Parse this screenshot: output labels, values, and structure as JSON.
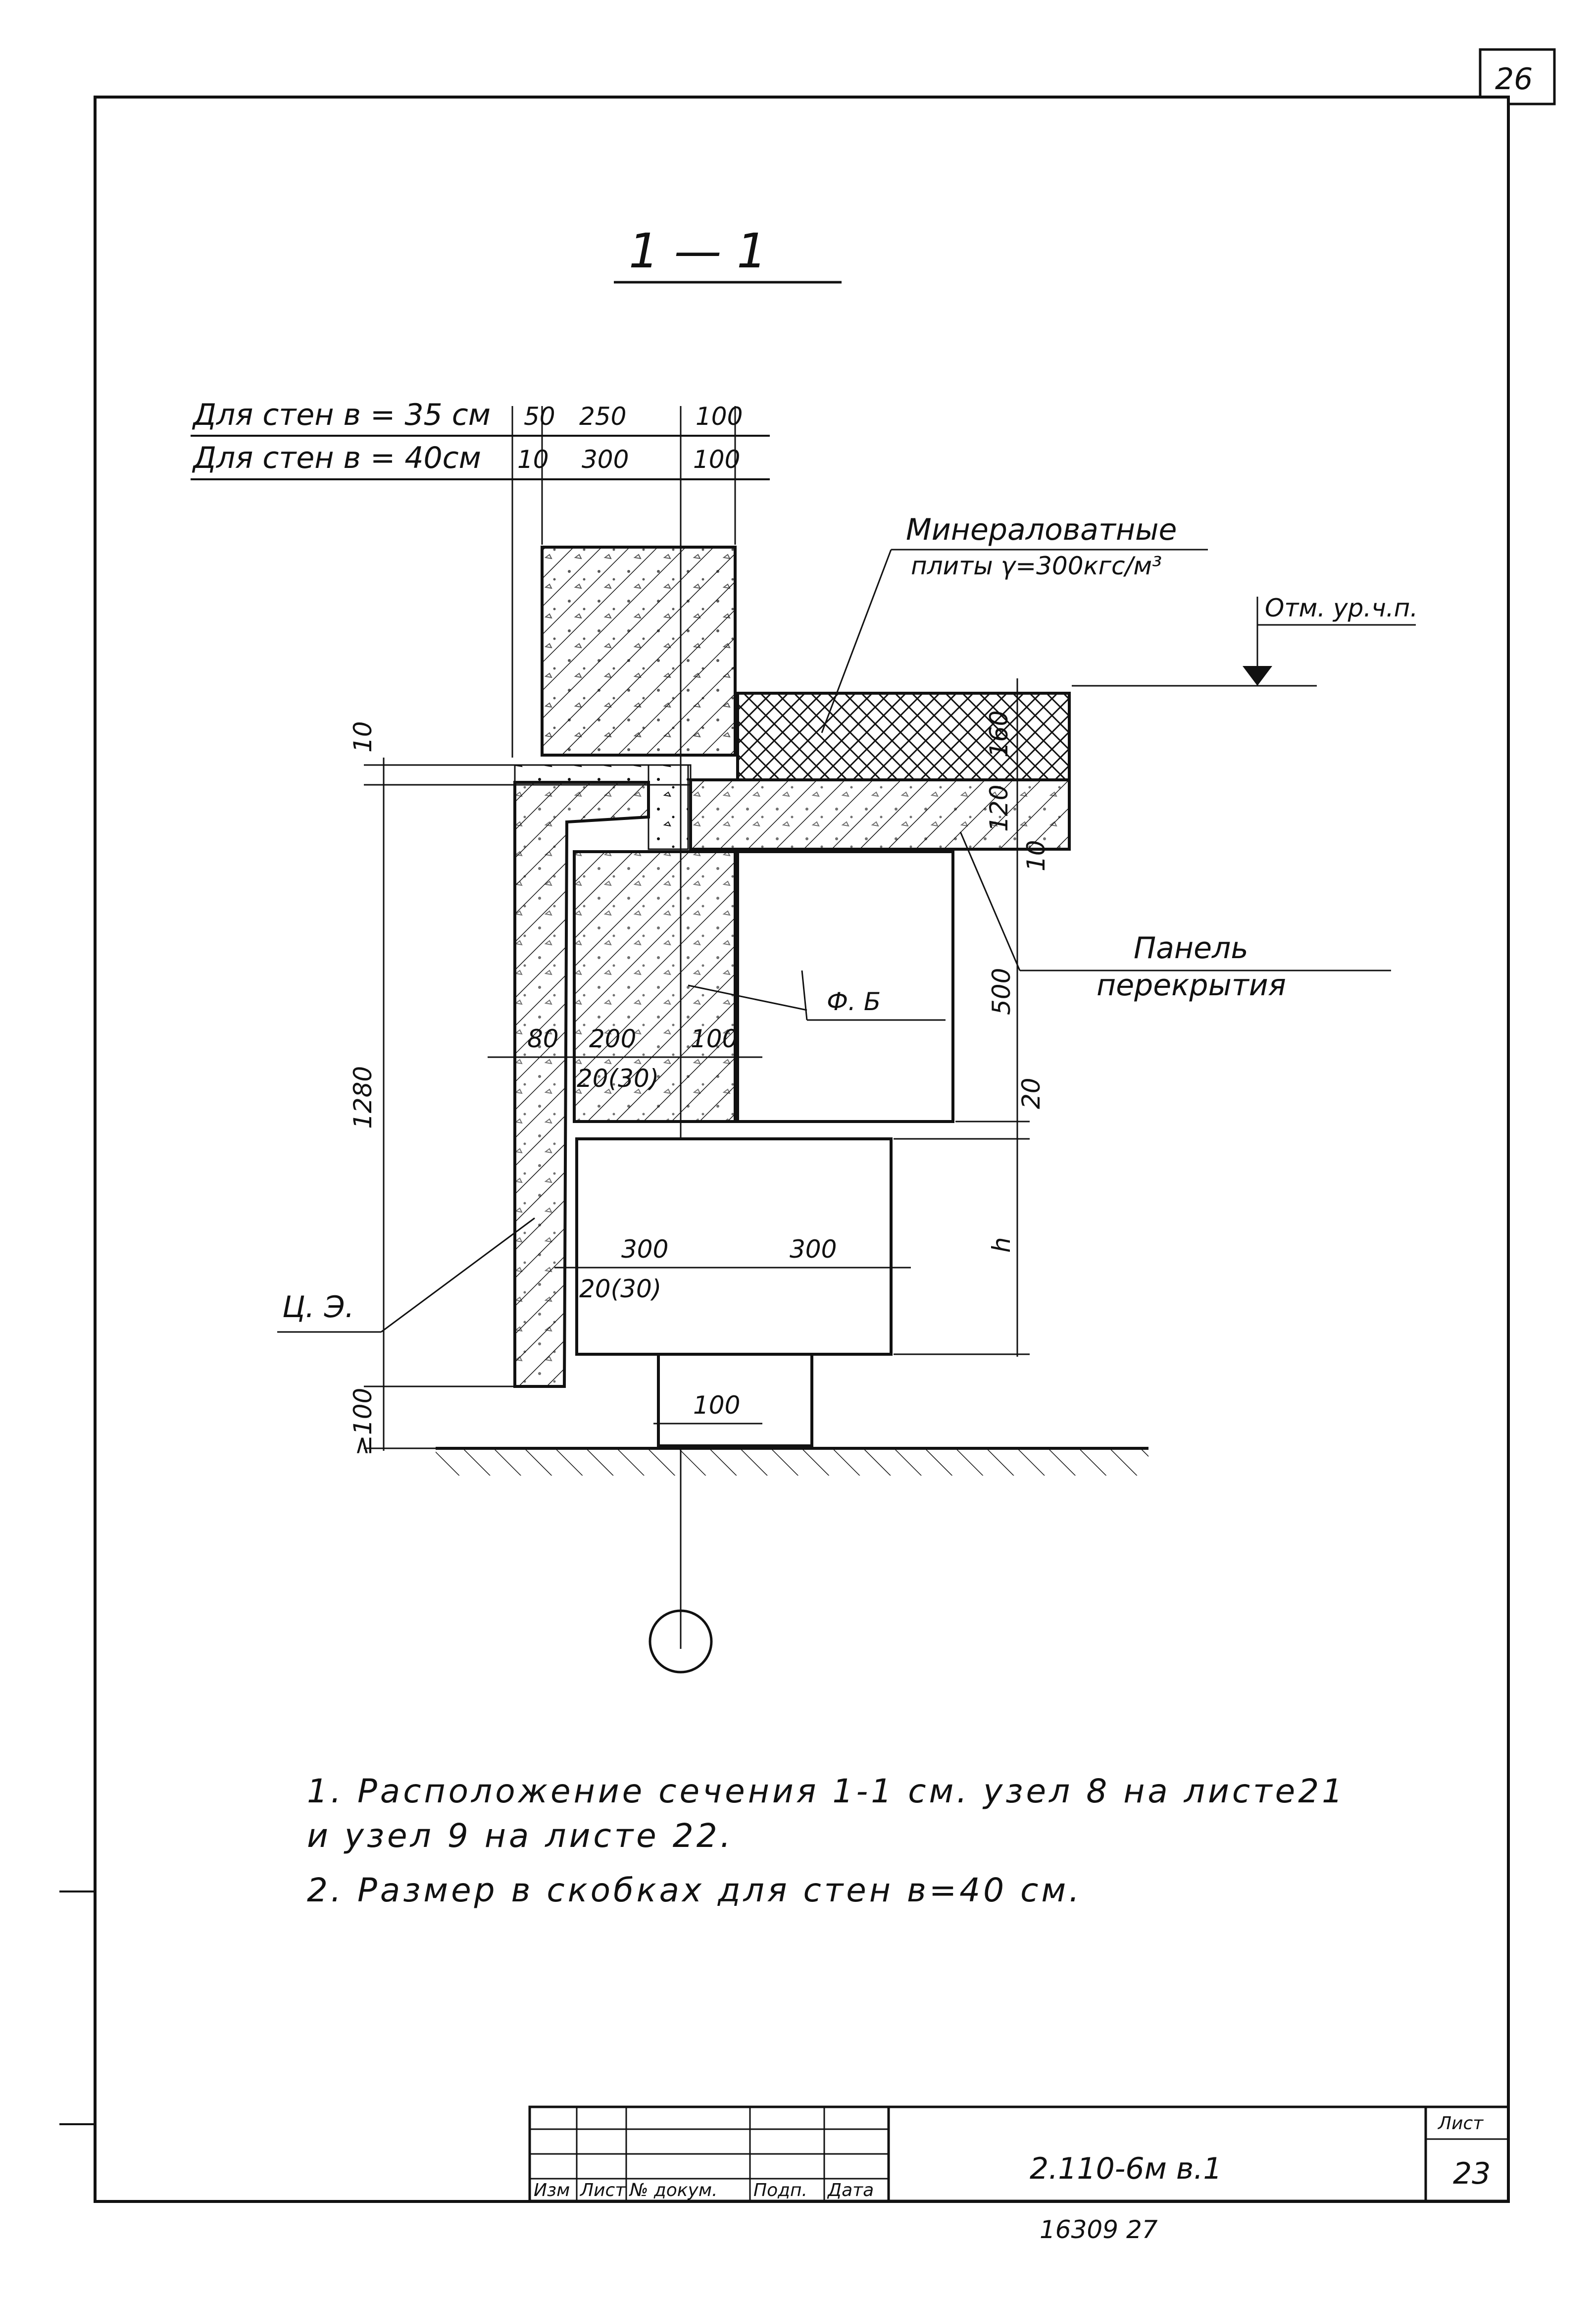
{
  "sheet": {
    "page_corner": "26",
    "list_label": "Лист",
    "list_number": "23",
    "doc_code": "2.110-6м  в.1",
    "inventory": "16309  27"
  },
  "section": {
    "title": "1 — 1"
  },
  "header_table": {
    "rows": [
      {
        "label": "Для стен  в = 35 см",
        "v1": "50",
        "v2": "250",
        "v3": "100"
      },
      {
        "label": "Для стен  в = 40см",
        "v1": "10",
        "v2": "300",
        "v3": "100"
      }
    ]
  },
  "callouts": {
    "mineral_line1": "Минераловатные",
    "mineral_line2": "плиты  γ=300кгс/м³",
    "level_mark": "Отм. ур.ч.п.",
    "panel_line1": "Панель",
    "panel_line2": "перекрытия",
    "form_mark": "Ф. Б",
    "ce_label": "Ц. Э."
  },
  "dims": {
    "d10_top": "10",
    "d160": "160",
    "d120": "120",
    "d10_slab": "10",
    "d500": "500",
    "d20": "20",
    "dh": "h",
    "d1280": "1280",
    "d80": "80",
    "d200": "200",
    "d100_beam": "100",
    "d20_30_a": "20(30)",
    "d300_a": "300",
    "d300_b": "300",
    "d20_30_b": "20(30)",
    "d100_post": "100",
    "dmin100": "≥100"
  },
  "notes": [
    "1. Расположение    сечения  1-1   см.    узел  8  на листе21",
    "    и    узел    9    на листе  22.",
    "2. Размер  в  скобках  для  стен  в=40 см."
  ],
  "title_block": {
    "columns": [
      "Изм",
      "Лист",
      "№ докум.",
      "Подп.",
      "Дата"
    ]
  }
}
